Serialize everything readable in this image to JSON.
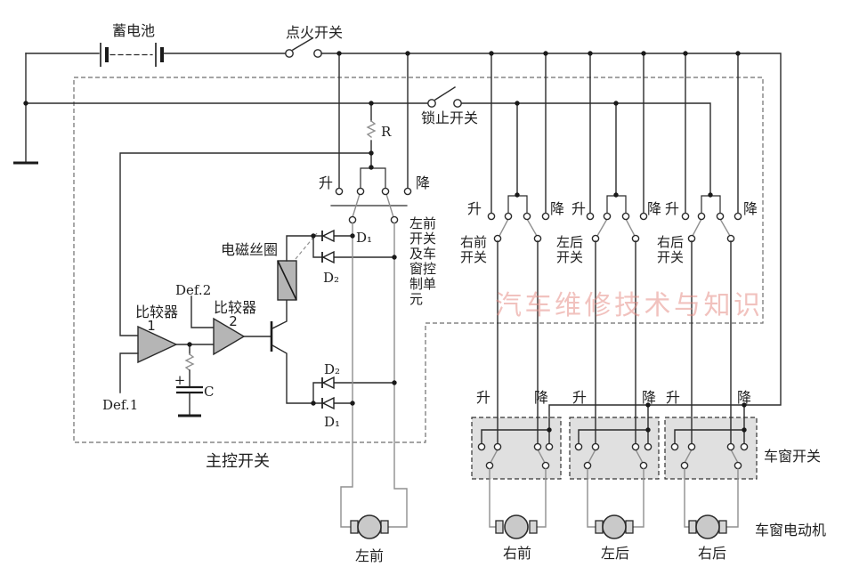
{
  "diagram": {
    "watermark": "汽车维修技术与知识",
    "battery_label": "蓄电池",
    "ignition_switch_label": "点火开关",
    "lock_switch_label": "锁止开关",
    "resistor_label": "R",
    "up_label": "升",
    "down_label": "降",
    "master_switch_label": "主控开关",
    "solenoid_label": "电磁丝圈",
    "comparator1_label": "比较器",
    "comparator1_num": "1",
    "comparator2_label": "比较器",
    "comparator2_num": "2",
    "def1_label": "Def.1",
    "def2_label": "Def.2",
    "cap_label": "C",
    "cap_plus": "+",
    "d1_label": "D₁",
    "d2_label": "D₂",
    "unit_label_lines": [
      "左前",
      "开关",
      "及车",
      "窗控",
      "制单",
      "元"
    ],
    "master_groups": [
      {
        "line1": "右前",
        "line2": "开关"
      },
      {
        "line1": "左后",
        "line2": "开关"
      },
      {
        "line1": "右后",
        "line2": "开关"
      }
    ],
    "window_switch_label": "车窗开关",
    "window_motor_label": "车窗电动机",
    "motor_labels": [
      "左前",
      "右前",
      "左后",
      "右后"
    ],
    "colors": {
      "wire": "#2b2b2b",
      "gray_wire": "#8f8f8f",
      "component_fill": "#b5b5b5",
      "switch_box_fill": "#e0e0e0",
      "watermark": "#e4867f"
    }
  }
}
